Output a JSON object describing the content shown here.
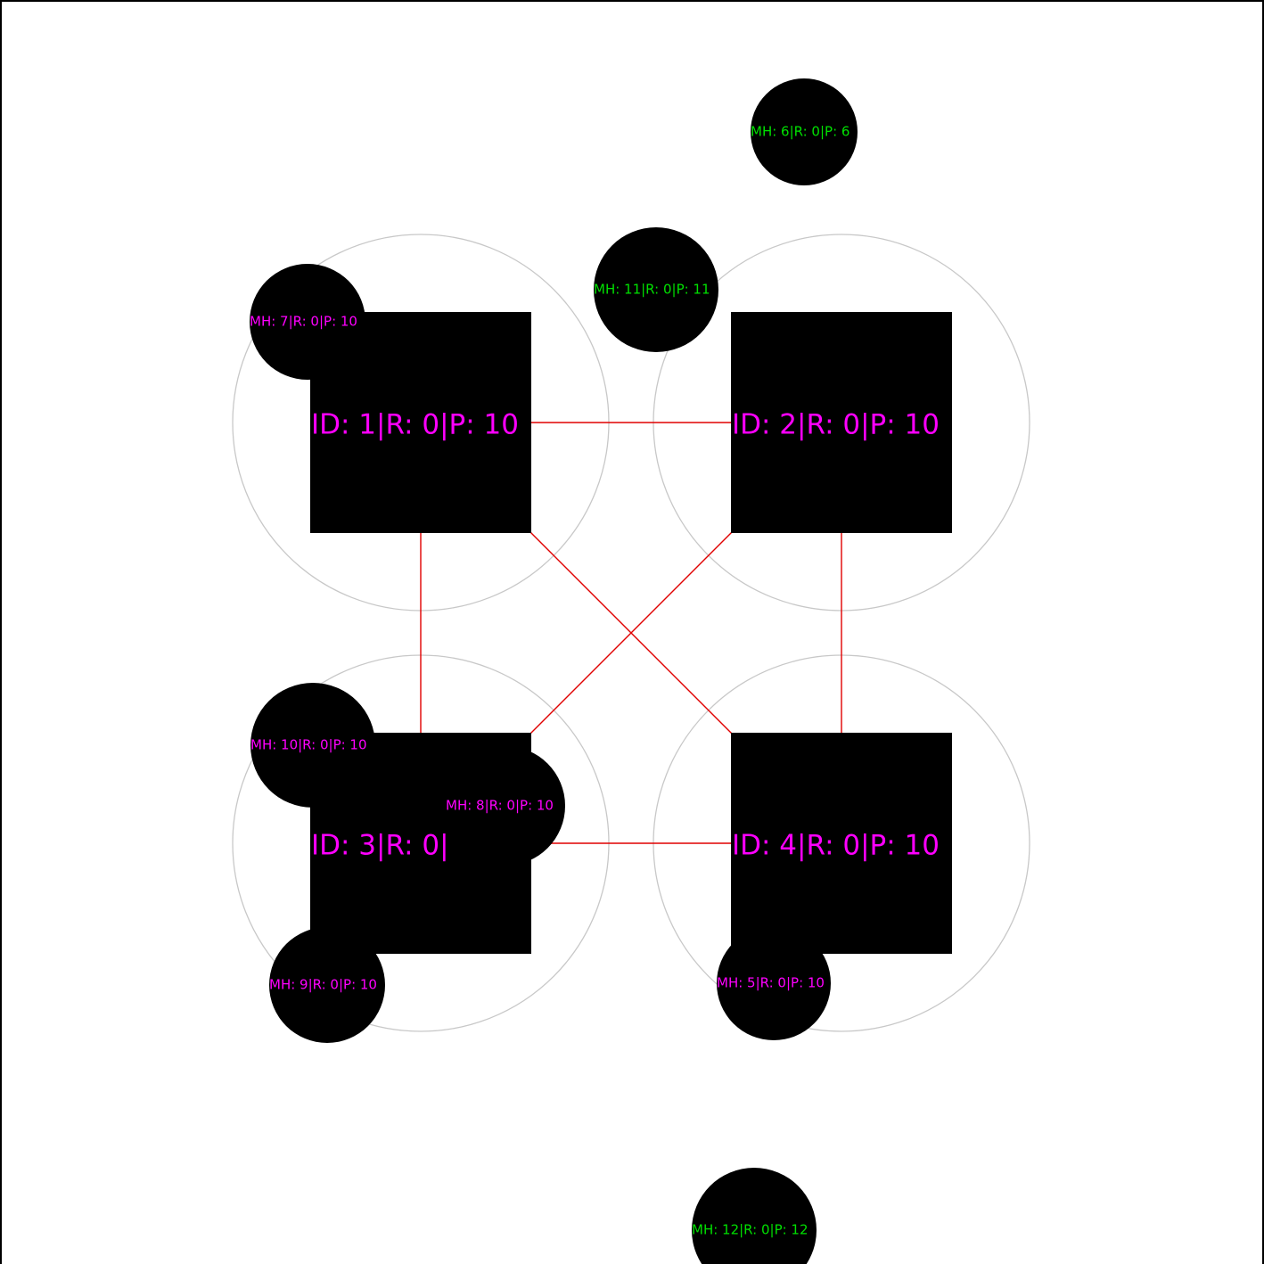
{
  "colors": {
    "background": "#ffffff",
    "frame": "#000000",
    "node_fill": "#000000",
    "link": "#e00000",
    "range_ring": "#c8c8c8",
    "label_magenta": "#ff00ff",
    "label_green": "#00e000"
  },
  "base_stations": [
    {
      "id": 1,
      "label": "ID: 1|R: 0|P: 10",
      "label_color": "#ff00ff"
    },
    {
      "id": 2,
      "label": "ID: 2|R: 0|P: 10",
      "label_color": "#ff00ff"
    },
    {
      "id": 3,
      "label": "ID: 3|R: 0|",
      "label_color": "#ff00ff"
    },
    {
      "id": 4,
      "label": "ID: 4|R: 0|P: 10",
      "label_color": "#ff00ff"
    }
  ],
  "links": [
    {
      "from": 1,
      "to": 2
    },
    {
      "from": 1,
      "to": 3
    },
    {
      "from": 1,
      "to": 4
    },
    {
      "from": 2,
      "to": 3
    },
    {
      "from": 2,
      "to": 4
    },
    {
      "from": 3,
      "to": 4
    }
  ],
  "mobile_hosts": [
    {
      "id": 6,
      "label": "MH: 6|R: 0|P: 6",
      "label_color": "#00e000"
    },
    {
      "id": 11,
      "label": "MH: 11|R: 0|P: 11",
      "label_color": "#00e000"
    },
    {
      "id": 7,
      "label": "MH: 7|R: 0|P: 10",
      "label_color": "#ff00ff"
    },
    {
      "id": 10,
      "label": "MH: 10|R: 0|P: 10",
      "label_color": "#ff00ff"
    },
    {
      "id": 8,
      "label": "MH: 8|R: 0|P: 10",
      "label_color": "#ff00ff"
    },
    {
      "id": 9,
      "label": "MH: 9|R: 0|P: 10",
      "label_color": "#ff00ff"
    },
    {
      "id": 5,
      "label": "MH: 5|R: 0|P: 10",
      "label_color": "#ff00ff"
    },
    {
      "id": 12,
      "label": "MH: 12|R: 0|P: 12",
      "label_color": "#00e000"
    }
  ]
}
